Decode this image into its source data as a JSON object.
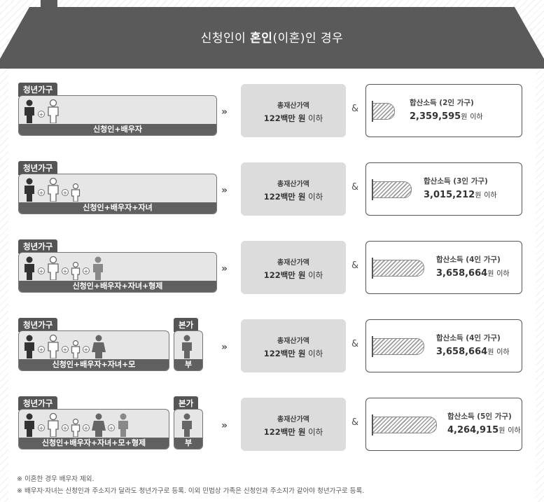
{
  "header": {
    "title_prefix": "신청인이 ",
    "title_emph": "혼인",
    "title_suffix": "(이혼)인 경우"
  },
  "rows": [
    {
      "tag": "청년가구",
      "members_label": "신청인+배우자",
      "asset_label": "총재산가액",
      "asset_value": "122백만 원",
      "asset_suffix": "이하",
      "income_label": "합산소득 (2인 가구)",
      "income_value": "2,359,595",
      "income_unit": "원",
      "income_suffix": "이하"
    },
    {
      "tag": "청년가구",
      "members_label": "신청인+배우자+자녀",
      "asset_label": "총재산가액",
      "asset_value": "122백만 원",
      "asset_suffix": "이하",
      "income_label": "합산소득 (3인 가구)",
      "income_value": "3,015,212",
      "income_unit": "원",
      "income_suffix": "이하"
    },
    {
      "tag": "청년가구",
      "members_label": "신청인+배우자+자녀+형제",
      "asset_label": "총재산가액",
      "asset_value": "122백만 원",
      "asset_suffix": "이하",
      "income_label": "합산소득 (4인 가구)",
      "income_value": "3,658,664",
      "income_unit": "원",
      "income_suffix": "이하"
    },
    {
      "tag": "청년가구",
      "members_label": "신청인+배우자+자녀+모",
      "bonga_tag": "본가",
      "bonga_label": "부",
      "asset_label": "총재산가액",
      "asset_value": "122백만 원",
      "asset_suffix": "이하",
      "income_label": "합산소득 (4인 가구)",
      "income_value": "3,658,664",
      "income_unit": "원",
      "income_suffix": "이하"
    },
    {
      "tag": "청년가구",
      "members_label": "신청인+배우자+자녀+모+형제",
      "bonga_tag": "본가",
      "bonga_label": "부",
      "asset_label": "총재산가액",
      "asset_value": "122백만 원",
      "asset_suffix": "이하",
      "income_label": "합산소득 (5인 가구)",
      "income_value": "4,264,915",
      "income_unit": "원",
      "income_suffix": "이하"
    }
  ],
  "symbols": {
    "plus": "+",
    "arrow": "»",
    "amp": "&"
  },
  "footnotes": [
    "※ 이혼한 경우 배우자 제외.",
    "※ 배우자·자녀는 신청인과 주소지가 달라도 청년가구로 등록. 이외 민법상 가족은 신청인과 주소지가 같아야 청년가구로 등록."
  ],
  "colors": {
    "roof": "#5a5a5a",
    "tag": "#555555",
    "asset_box": "#dcdcdc",
    "house_box": "#e6e6e6"
  }
}
